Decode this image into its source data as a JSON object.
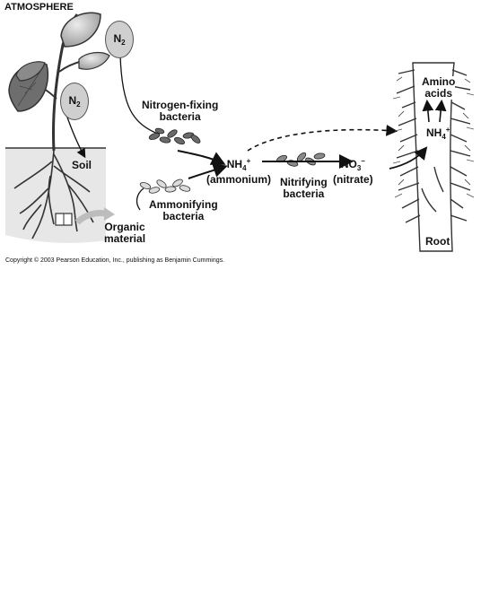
{
  "header": {
    "atmosphere": "ATMOSPHERE"
  },
  "labels": {
    "soil": "Soil",
    "n2_main": "N",
    "n2_sub": "2",
    "nitrogen_fixing_bacteria_1": "Nitrogen-fixing",
    "nitrogen_fixing_bacteria_2": "bacteria",
    "ammonifying_bacteria_1": "Ammonifying",
    "ammonifying_bacteria_2": "bacteria",
    "organic_material_1": "Organic",
    "organic_material_2": "material",
    "nh4_main": "NH",
    "nh4_sub": "4",
    "nh4_sup": "+",
    "ammonium": "(ammonium)",
    "nitrifying_bacteria_1": "Nitrifying",
    "nitrifying_bacteria_2": "bacteria",
    "no3_main": "NO",
    "no3_sub": "3",
    "no3_sup": "–",
    "nitrate": "(nitrate)",
    "amino_acids_1": "Amino",
    "amino_acids_2": "acids",
    "root": "Root"
  },
  "copyright": "Copyright © 2003 Pearson Education, Inc., publishing as Benjamin Cummings."
}
